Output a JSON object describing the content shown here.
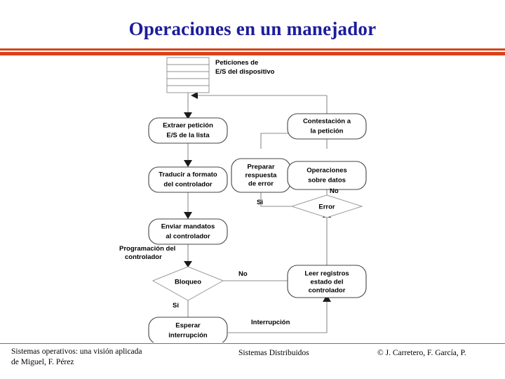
{
  "slide": {
    "title": "Operaciones en un manejador",
    "title_color": "#1c1c9c",
    "accent_color": "#d8431a",
    "background": "#ffffff"
  },
  "footer": {
    "left_line1": "Sistemas operativos: una visión aplicada",
    "left_line2": "de Miguel, F. Pérez",
    "center": "Sistemas Distribuidos",
    "right": "© J. Carretero, F. García, P."
  },
  "diagram": {
    "queue": {
      "label_line1": "Peticiones de",
      "label_line2": "E/S del dispositivo"
    },
    "nodes": {
      "extraer": {
        "line1": "Extraer petición",
        "line2": "E/S de la lista"
      },
      "contestacion": {
        "line1": "Contestación a",
        "line2": "la petición"
      },
      "traducir": {
        "line1": "Traducir a formato",
        "line2": "del controlador"
      },
      "preparar": {
        "line1": "Preparar",
        "line2": "respuesta",
        "line3": "de error"
      },
      "operaciones": {
        "line1": "Operaciones",
        "line2": "sobre datos"
      },
      "enviar": {
        "line1": "Enviar mandatos",
        "line2": "al controlador"
      },
      "error": {
        "line1": "Error"
      },
      "bloqueo": {
        "line1": "Bloqueo"
      },
      "leer": {
        "line1": "Leer registros",
        "line2": "estado del",
        "line3": "controlador"
      },
      "esperar": {
        "line1": "Esperar",
        "line2": "interrupción"
      }
    },
    "edge_labels": {
      "programacion_line1": "Programación del",
      "programacion_line2": "controlador",
      "si_preparar": "Si",
      "no_operaciones": "No",
      "no_bloqueo": "No",
      "si_bloqueo": "Si",
      "interrupcion": "Interrupción"
    }
  }
}
